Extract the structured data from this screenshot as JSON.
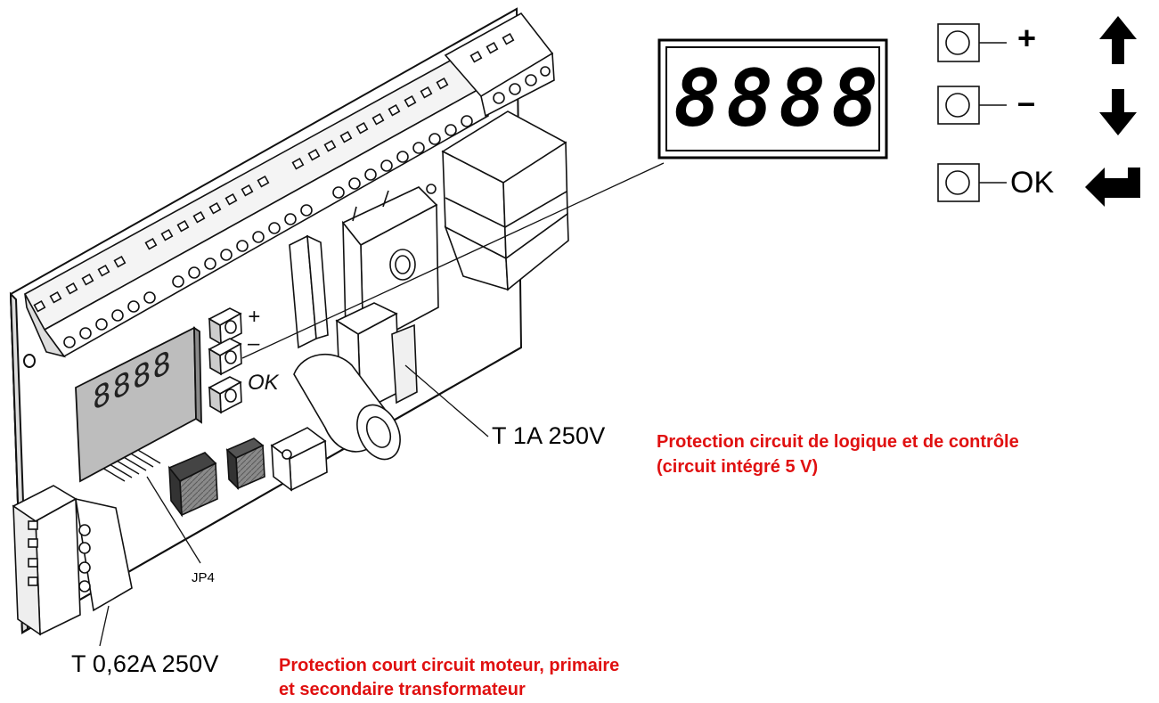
{
  "display": {
    "digits": "8888",
    "board_digits": "8888"
  },
  "buttons": {
    "plus": "+",
    "minus": "–",
    "ok": "OK"
  },
  "board_buttons": {
    "plus": "+",
    "minus": "–",
    "ok": "OK"
  },
  "fuses": [
    {
      "rating": "T 1A 250V",
      "description_lines": [
        "Protection circuit de logique et de contrôle",
        "(circuit intégré 5 V)"
      ]
    },
    {
      "rating": "T 0,62A 250V",
      "description_lines": [
        "Protection court circuit moteur, primaire",
        "et secondaire transformateur"
      ]
    }
  ],
  "jumper": {
    "label": "JP4"
  },
  "colors": {
    "note": "#e01010",
    "board": "#ffffff",
    "display_face": "#bdbdbd",
    "line": "#111111"
  }
}
